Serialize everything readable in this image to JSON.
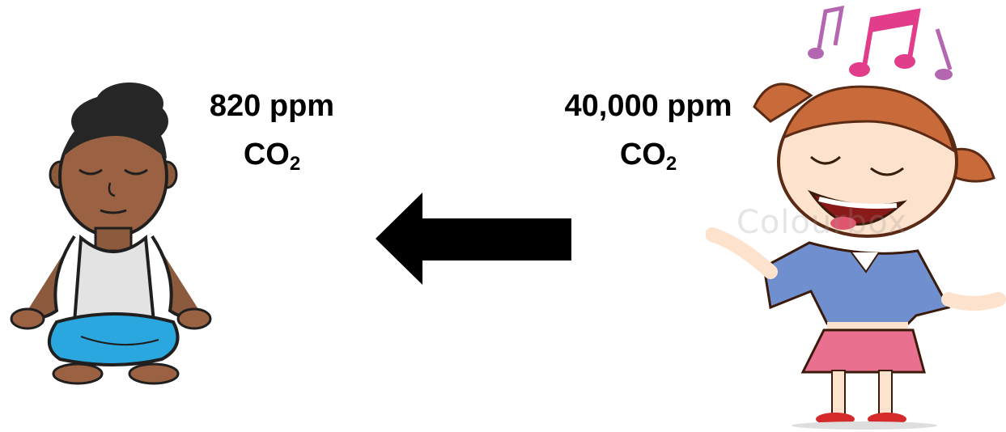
{
  "left_person": {
    "concentration": "820 ppm",
    "gas_base": "CO",
    "gas_subscript": "2"
  },
  "right_person": {
    "concentration": "40,000 ppm",
    "gas_base": "CO",
    "gas_subscript": "2"
  },
  "watermark_text": "Colourbox",
  "icons": {
    "arrow": "arrow-left-icon",
    "left_figure": "meditating-woman",
    "right_figure": "singing-girl",
    "notes": "music-notes"
  },
  "colors": {
    "text": "#000000",
    "arrow": "#000000",
    "pants": "#2aa7df",
    "shirt": "#6f8fcf",
    "skirt": "#e9718f",
    "notes_pink": "#e23d8a",
    "notes_purple": "#b566b0"
  }
}
